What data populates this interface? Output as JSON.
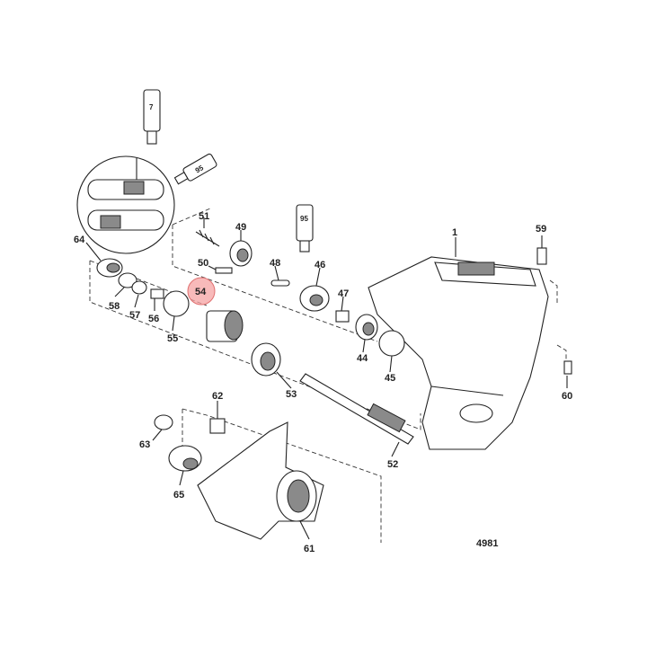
{
  "diagram_id": "4981",
  "highlight": {
    "label": "54",
    "color": "#f5a3a3"
  },
  "callouts": [
    "1",
    "7",
    "95",
    "95",
    "44",
    "45",
    "46",
    "47",
    "48",
    "49",
    "50",
    "51",
    "52",
    "53",
    "54",
    "55",
    "56",
    "57",
    "58",
    "59",
    "60",
    "61",
    "62",
    "63",
    "64",
    "65"
  ],
  "tubes": {
    "a": "7",
    "b": "95",
    "c": "95"
  }
}
